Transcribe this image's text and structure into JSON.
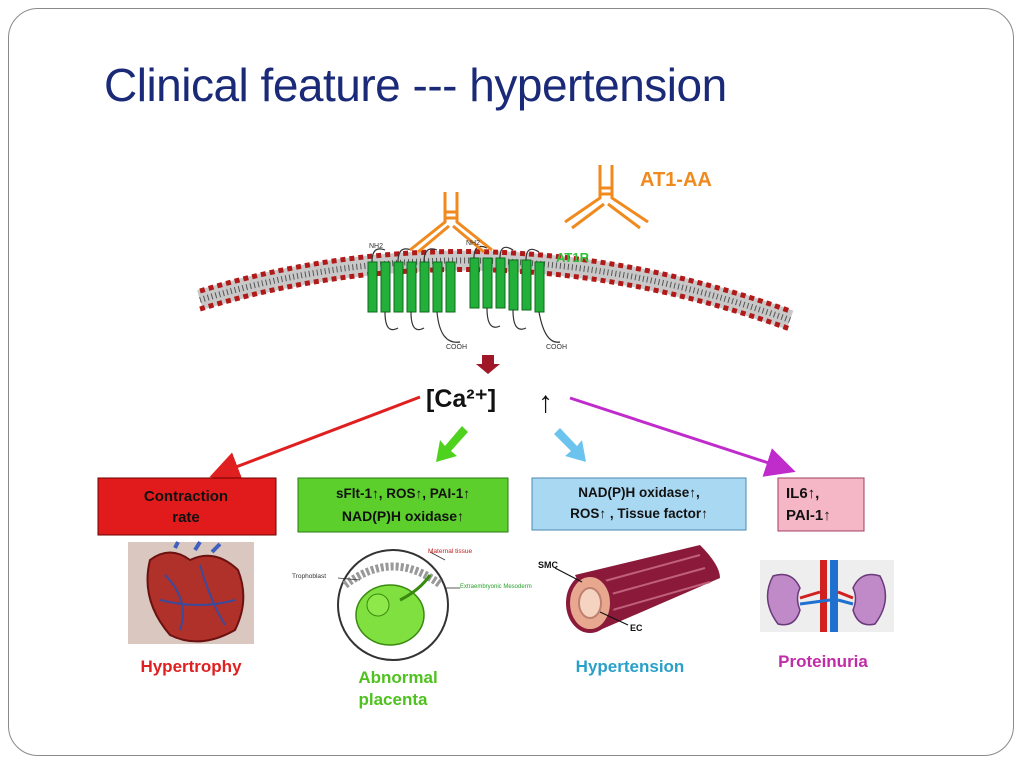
{
  "slide": {
    "title": "Clinical feature --- hypertension"
  },
  "diagram": {
    "antibody_label": "AT1-AA",
    "receptor_label": "AT1R",
    "nh2_label": "NH2",
    "cooh_label": "COOH",
    "calcium_label": "[Ca²⁺]",
    "calcium_arrow": "↑",
    "boxes": [
      {
        "lines": [
          "Contraction",
          "rate"
        ],
        "color": "#e11b1b",
        "caption": "Hypertrophy",
        "caption_color": "#e02020"
      },
      {
        "lines": [
          "sFlt-1↑, ROS↑, PAI-1↑",
          "NAD(P)H oxidase↑"
        ],
        "color": "#5ccf2c",
        "caption": "Abnormal placenta",
        "caption_color": "#4fc21f"
      },
      {
        "lines": [
          "NAD(P)H oxidase↑,",
          "ROS↑ , Tissue factor↑"
        ],
        "color": "#a9d8f2",
        "caption": "Hypertension",
        "caption_color": "#2aa0c8"
      },
      {
        "lines": [
          "IL6↑,",
          "PAI-1↑"
        ],
        "color": "#f5b6c6",
        "caption": "Proteinuria",
        "caption_color": "#c02ca8"
      }
    ],
    "placenta_labels": {
      "maternal": "Maternal tissue",
      "trophoblast": "Trophoblast",
      "extraembryonic": "Extraembryonic Mesoderm"
    },
    "vessel_labels": {
      "smc": "SMC",
      "ec": "EC"
    }
  }
}
